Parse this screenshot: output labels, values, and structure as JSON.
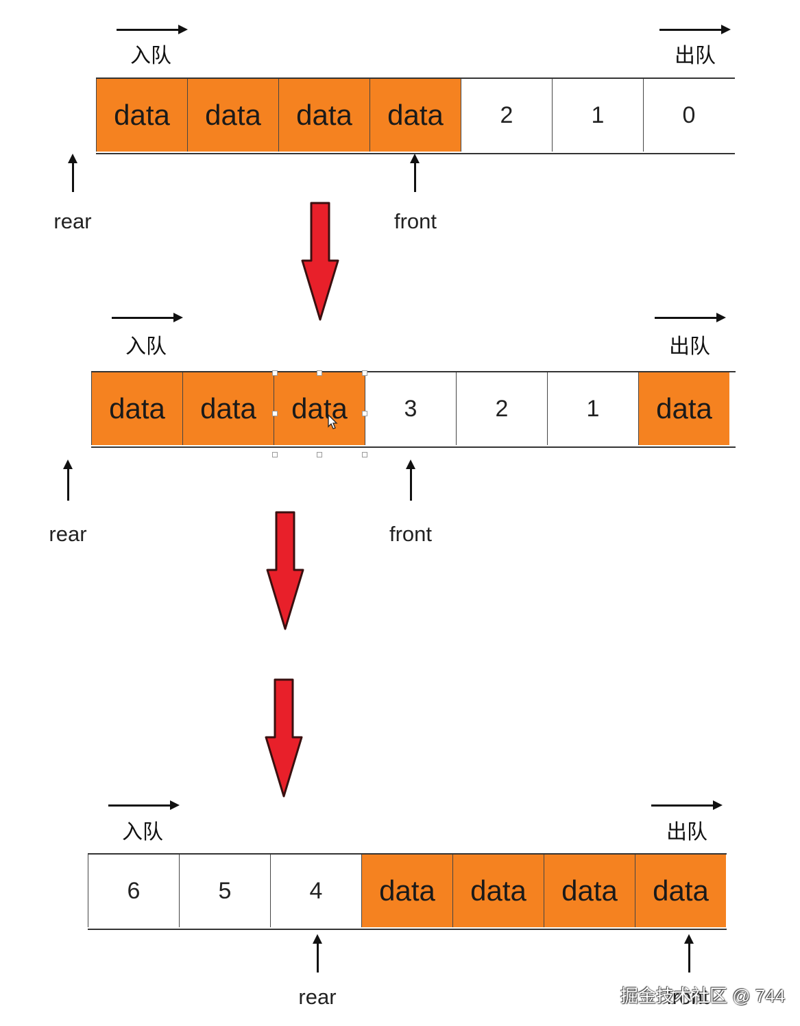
{
  "panels": [
    {
      "enqueue_label": "入队",
      "dequeue_label": "出队",
      "cells": [
        {
          "text": "data",
          "filled": true
        },
        {
          "text": "data",
          "filled": true
        },
        {
          "text": "data",
          "filled": true
        },
        {
          "text": "data",
          "filled": true
        },
        {
          "text": "2",
          "filled": false
        },
        {
          "text": "1",
          "filled": false
        },
        {
          "text": "0",
          "filled": false
        }
      ],
      "rear_label": "rear",
      "front_label": "front"
    },
    {
      "enqueue_label": "入队",
      "dequeue_label": "出队",
      "cells": [
        {
          "text": "data",
          "filled": true
        },
        {
          "text": "data",
          "filled": true
        },
        {
          "text": "data",
          "filled": true
        },
        {
          "text": "3",
          "filled": false
        },
        {
          "text": "2",
          "filled": false
        },
        {
          "text": "1",
          "filled": false
        },
        {
          "text": "data",
          "filled": true
        }
      ],
      "rear_label": "rear",
      "front_label": "front"
    },
    {
      "enqueue_label": "入队",
      "dequeue_label": "出队",
      "cells": [
        {
          "text": "6",
          "filled": false
        },
        {
          "text": "5",
          "filled": false
        },
        {
          "text": "4",
          "filled": false
        },
        {
          "text": "data",
          "filled": true
        },
        {
          "text": "data",
          "filled": true
        },
        {
          "text": "data",
          "filled": true
        },
        {
          "text": "data",
          "filled": true
        }
      ],
      "rear_label": "rear",
      "front_label": "front"
    }
  ],
  "colors": {
    "filled": "#f58220",
    "transition_arrow": "#e8202a"
  },
  "watermark": "掘金技术社区 @ 744"
}
